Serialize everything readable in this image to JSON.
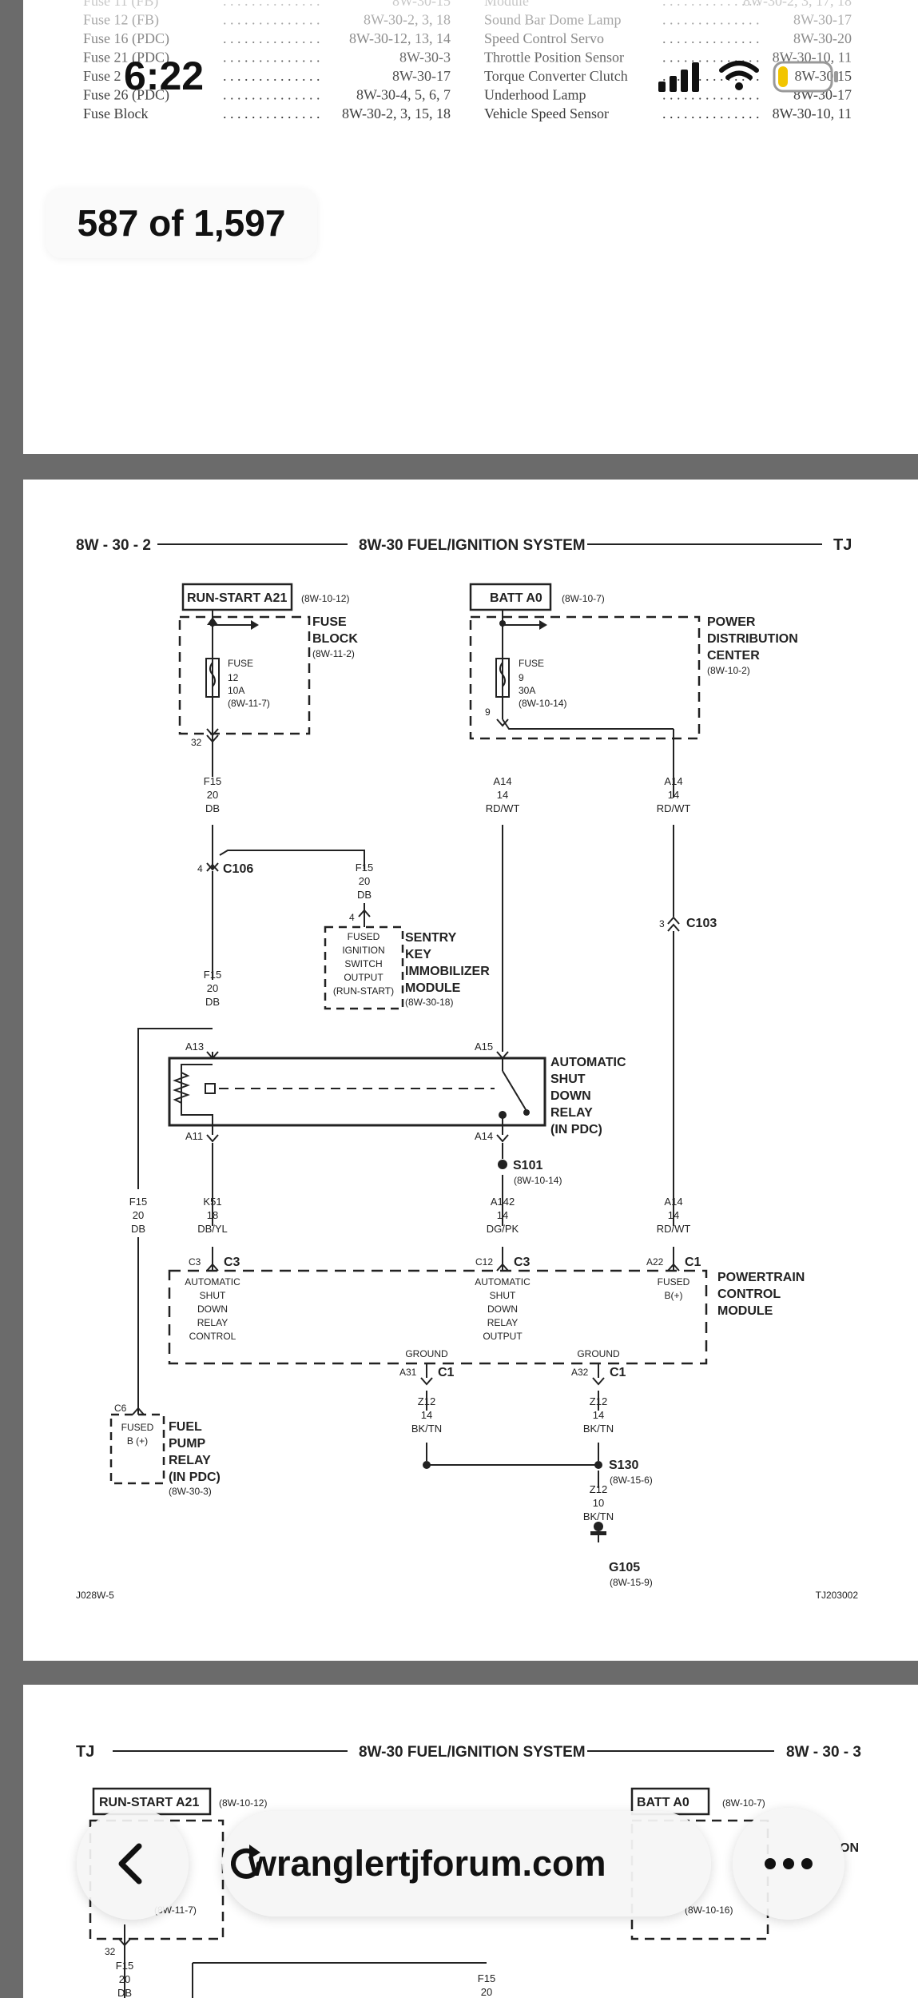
{
  "status_bar": {
    "time": "6:22",
    "battery_level": 0.2,
    "icons": [
      "signal-icon",
      "wifi-icon",
      "battery-icon"
    ]
  },
  "page_counter": "587 of 1,597",
  "index_left": [
    {
      "label": "Fuse 11 (FB)",
      "ref": "8W-30-15"
    },
    {
      "label": "Fuse 12 (FB)",
      "ref": "8W-30-2, 3, 18"
    },
    {
      "label": "Fuse 16 (PDC)",
      "ref": "8W-30-12, 13, 14"
    },
    {
      "label": "Fuse 21 (PDC)",
      "ref": "8W-30-3"
    },
    {
      "label": "Fuse 2",
      "ref": "8W-30-17"
    },
    {
      "label": "Fuse 26 (PDC)",
      "ref": "8W-30-4, 5, 6, 7"
    },
    {
      "label": "Fuse Block",
      "ref": "8W-30-2, 3, 15, 18"
    }
  ],
  "index_right": [
    {
      "label": "Module",
      "ref": "8W-30-2, 3, 17, 18"
    },
    {
      "label": "Sound Bar Dome Lamp",
      "ref": "8W-30-17"
    },
    {
      "label": "Speed Control Servo",
      "ref": "8W-30-20"
    },
    {
      "label": "Throttle Position Sensor",
      "ref": "8W-30-10, 11"
    },
    {
      "label": "Torque Converter Clutch",
      "ref": "8W-30 15"
    },
    {
      "label": "Underhood Lamp",
      "ref": "8W-30-17"
    },
    {
      "label": "Vehicle Speed Sensor",
      "ref": "8W-30-10, 11"
    }
  ],
  "diagram": {
    "page_id": "8W - 30 - 2",
    "title": "8W-30 FUEL/IGNITION SYSTEM",
    "model": "TJ",
    "run_start_label": "RUN-START A21",
    "run_start_ref": "(8W-10-12)",
    "fuse_block": {
      "line1": "FUSE",
      "line2": "BLOCK",
      "ref": "(8W-11-2)",
      "fuse_line1": "FUSE",
      "fuse_num": "12",
      "fuse_amp": "10A",
      "fuse_ref": "(8W-11-7)",
      "pin": "32"
    },
    "batt_label": "BATT A0",
    "batt_ref": "(8W-10-7)",
    "pdc": {
      "line1": "POWER",
      "line2": "DISTRIBUTION",
      "line3": "CENTER",
      "ref": "(8W-10-2)",
      "fuse_line1": "FUSE",
      "fuse_num": "9",
      "fuse_amp": "30A",
      "fuse_ref": "(8W-10-14)",
      "pin": "9"
    },
    "wire_f15_a": {
      "code": "F15",
      "gauge": "20",
      "color": "DB"
    },
    "wire_a14_left": {
      "code": "A14",
      "gauge": "14",
      "color": "RD/WT"
    },
    "wire_a14_right": {
      "code": "A14",
      "gauge": "14",
      "color": "RD/WT"
    },
    "c106": {
      "pin": "4",
      "label": "C106"
    },
    "wire_f15_b": {
      "code": "F15",
      "gauge": "20",
      "color": "DB"
    },
    "sentry": {
      "pin": "4",
      "in1": "FUSED",
      "in2": "IGNITION",
      "in3": "SWITCH",
      "in4": "OUTPUT",
      "in5": "(RUN-START)",
      "name1": "SENTRY",
      "name2": "KEY",
      "name3": "IMMOBILIZER",
      "name4": "MODULE",
      "ref": "(8W-30-18)"
    },
    "c103": {
      "pin": "3",
      "label": "C103"
    },
    "wire_f15_c": {
      "code": "F15",
      "gauge": "20",
      "color": "DB"
    },
    "asd_relay": {
      "pin_a13": "A13",
      "pin_a15": "A15",
      "pin_a11": "A11",
      "pin_a14": "A14",
      "name1": "AUTOMATIC",
      "name2": "SHUT",
      "name3": "DOWN",
      "name4": "RELAY",
      "name5": "(IN PDC)"
    },
    "s101": {
      "label": "S101",
      "ref": "(8W-10-14)"
    },
    "wire_f15_d": {
      "code": "F15",
      "gauge": "20",
      "color": "DB"
    },
    "wire_k51": {
      "code": "K51",
      "gauge": "18",
      "color": "DB/YL"
    },
    "wire_a142": {
      "code": "A142",
      "gauge": "14",
      "color": "DG/PK"
    },
    "wire_a14_c": {
      "code": "A14",
      "gauge": "14",
      "color": "RD/WT"
    },
    "pcm": {
      "c3_pin_left": "C3",
      "c3_label_left": "C3",
      "c12_pin": "C12",
      "c3_label_right": "C3",
      "a22_pin": "A22",
      "c1_label": "C1",
      "in_left": [
        "AUTOMATIC",
        "SHUT",
        "DOWN",
        "RELAY",
        "CONTROL"
      ],
      "in_mid": [
        "AUTOMATIC",
        "SHUT",
        "DOWN",
        "RELAY",
        "OUTPUT"
      ],
      "in_right": [
        "FUSED",
        "B(+)"
      ],
      "name1": "POWERTRAIN",
      "name2": "CONTROL",
      "name3": "MODULE",
      "ground1": "GROUND",
      "ground2": "GROUND",
      "a31": "A31",
      "a32": "A32",
      "c1a": "C1",
      "c1b": "C1"
    },
    "wire_z12_a": {
      "code": "Z12",
      "gauge": "14",
      "color": "BK/TN"
    },
    "wire_z12_b": {
      "code": "Z12",
      "gauge": "14",
      "color": "BK/TN"
    },
    "s130": {
      "label": "S130",
      "ref": "(8W-15-6)"
    },
    "wire_z12_c": {
      "code": "Z12",
      "gauge": "10",
      "color": "BK/TN"
    },
    "g105": {
      "label": "G105",
      "ref": "(8W-15-9)"
    },
    "fuel_pump": {
      "pin": "C6",
      "in1": "FUSED",
      "in2": "B (+)",
      "name1": "FUEL",
      "name2": "PUMP",
      "name3": "RELAY",
      "name4": "(IN PDC)",
      "ref": "(8W-30-3)"
    },
    "footer_left": "J028W-5",
    "footer_right": "TJ203002"
  },
  "next_page": {
    "model": "TJ",
    "title": "8W-30 FUEL/IGNITION SYSTEM",
    "page_id": "8W - 30 - 3",
    "run_start_label": "RUN-START A21",
    "run_start_ref": "(8W-10-12)",
    "batt_label": "BATT A0",
    "batt_ref": "(8W-10-7)",
    "partial_ref_left": "(8W-11-7)",
    "partial_ref_right": "(8W-10-16)",
    "partial_on": "ON",
    "pin_32": "32",
    "wire_left": {
      "code": "F15",
      "gauge": "20",
      "color": "DB"
    },
    "wire_mid": {
      "code": "F15",
      "gauge": "20"
    }
  },
  "browser": {
    "url": "wranglertjforum.com",
    "back_icon": "chevron-left-icon",
    "reload_icon": "reload-icon",
    "more_icon": "more-dots-icon"
  }
}
